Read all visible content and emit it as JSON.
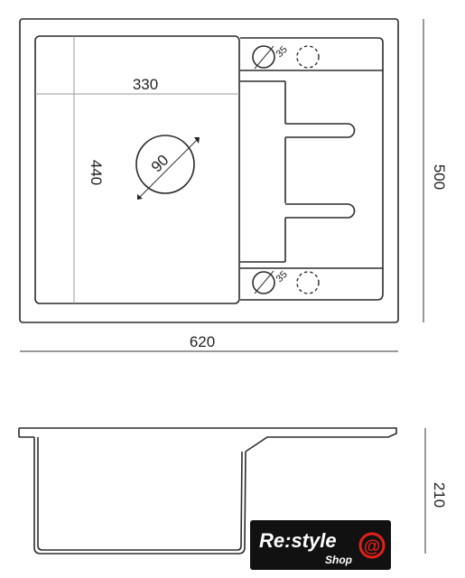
{
  "dimensions": {
    "bowl_width": "330",
    "bowl_height": "440",
    "drain_diameter": "90",
    "tap_hole_top": "35",
    "tap_hole_bottom": "35",
    "total_depth": "500",
    "total_width": "620",
    "total_height": "210"
  },
  "logo": {
    "brand": "Re:style",
    "sub": "Shop",
    "mark": "@"
  },
  "colors": {
    "stroke": "#2b2b2b",
    "logo_bg": "#111111",
    "logo_accent": "#e0201b"
  }
}
